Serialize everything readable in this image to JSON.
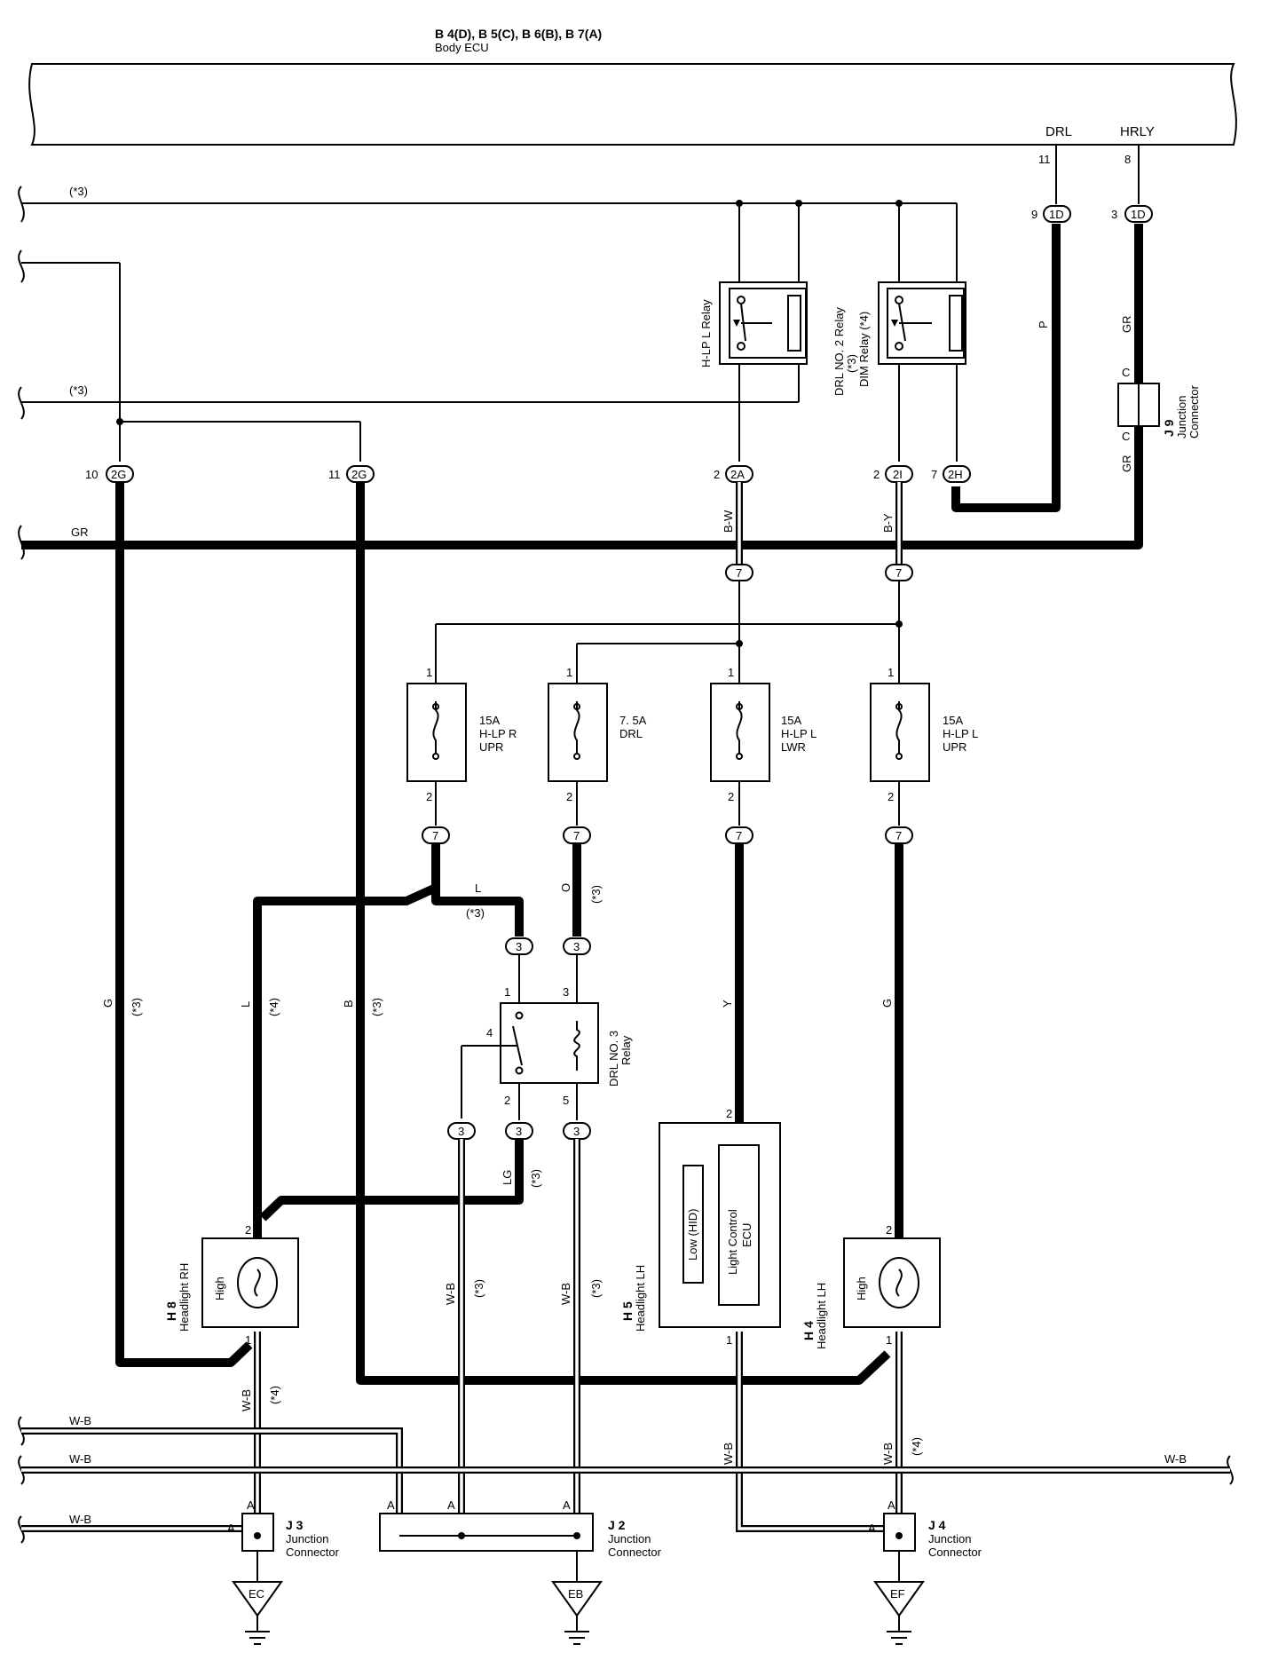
{
  "ecu": {
    "codes": "B 4(D), B 5(C), B 6(B), B 7(A)",
    "name": "Body ECU",
    "pin_drl": "DRL",
    "pin_hrly": "HRLY",
    "pin_drl_no": "11",
    "pin_hrly_no": "8"
  },
  "notes": {
    "n3": "(*3)",
    "n4": "(*4)"
  },
  "relays": {
    "hlp_l": "H-LP L Relay",
    "drl2_a": "DRL NO. 2 Relay",
    "drl2_b": "(*3)",
    "drl2_c": "DIM Relay (*4)",
    "drl3_a": "DRL NO. 3",
    "drl3_b": "Relay"
  },
  "connectors": {
    "c1d": "1D",
    "c2g": "2G",
    "c2a": "2A",
    "c2i": "2I",
    "c2h": "2H",
    "c7": "7",
    "c3": "3",
    "p9": "9",
    "p3": "3",
    "p10": "10",
    "p11": "11",
    "p2": "2",
    "p7": "7",
    "p1": "1",
    "p4": "4",
    "p5": "5",
    "pa": "A",
    "pc": "C"
  },
  "fuses": [
    {
      "amp": "15A",
      "l1": "H-LP R",
      "l2": "UPR"
    },
    {
      "amp": "7. 5A",
      "l1": "DRL",
      "l2": ""
    },
    {
      "amp": "15A",
      "l1": "H-LP L",
      "l2": "LWR"
    },
    {
      "amp": "15A",
      "l1": "H-LP L",
      "l2": "UPR"
    }
  ],
  "wires": {
    "gr": "GR",
    "p": "P",
    "bw": "B-W",
    "by": "B-Y",
    "l": "L",
    "o": "O",
    "g": "G",
    "b": "B",
    "y": "Y",
    "lg": "LG",
    "wb": "W-B"
  },
  "components": {
    "j9_code": "J 9",
    "j9_a": "Junction",
    "j9_b": "Connector",
    "h8_code": "H 8",
    "h8_name": "Headlight RH",
    "h5_code": "H 5",
    "h5_name": "Headlight LH",
    "h4_code": "H 4",
    "h4_name": "Headlight LH",
    "high": "High",
    "low_hid": "Low (HID)",
    "lcu_a": "Light Control",
    "lcu_b": "ECU",
    "j3_code": "J 3",
    "j2_code": "J 2",
    "j4_code": "J 4",
    "jc_a": "Junction",
    "jc_b": "Connector"
  },
  "grounds": {
    "ec": "EC",
    "eb": "EB",
    "ef": "EF"
  }
}
